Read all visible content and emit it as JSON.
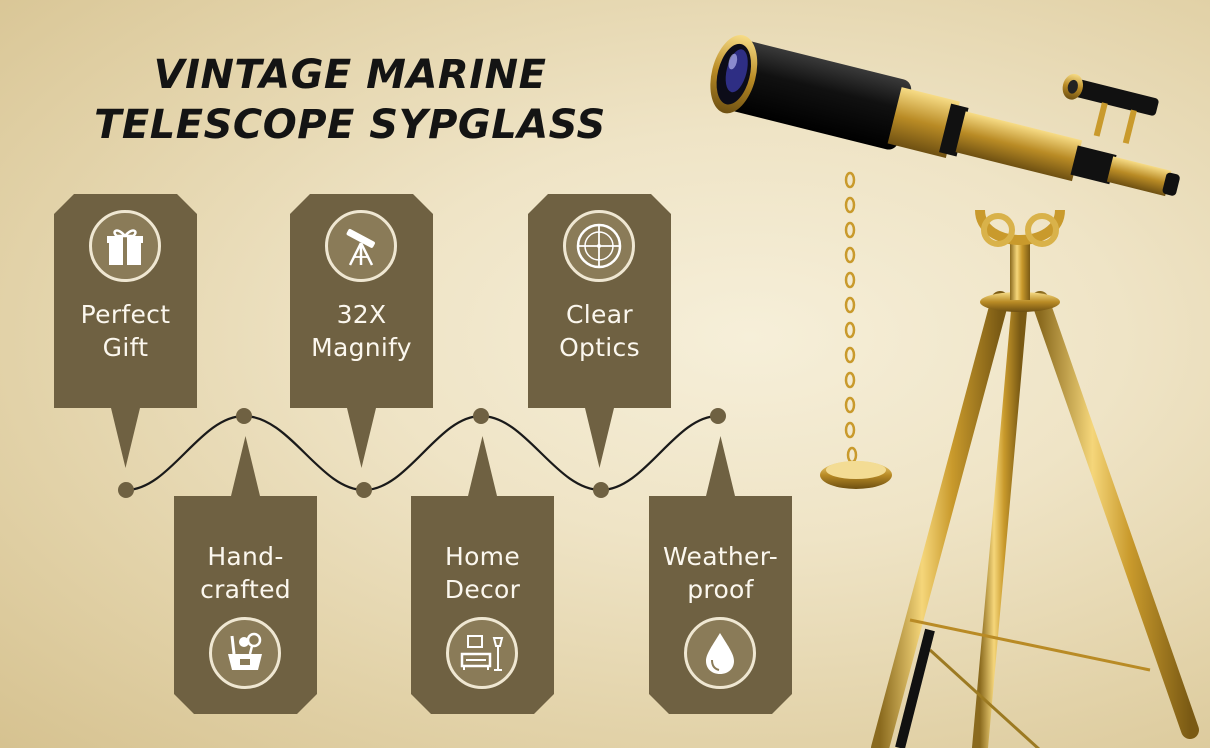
{
  "title": {
    "line1": "VINTAGE MARINE",
    "line2": "TELESCOPE SYPGLASS"
  },
  "features_top": [
    {
      "line1": "Perfect",
      "line2": "Gift",
      "icon": "gift-icon"
    },
    {
      "line1": "32X",
      "line2": "Magnify",
      "icon": "telescope-icon"
    },
    {
      "line1": "Clear",
      "line2": "Optics",
      "icon": "crosshair-icon"
    }
  ],
  "features_bottom": [
    {
      "line1": "Hand-",
      "line2": "crafted",
      "icon": "craft-tools-icon"
    },
    {
      "line1": "Home",
      "line2": "Decor",
      "icon": "sofa-lamp-icon"
    },
    {
      "line1": "Weather-",
      "line2": "proof",
      "icon": "water-drop-icon"
    }
  ],
  "colors": {
    "tag": "#6f6142",
    "icon_bg": "#8a7b58",
    "text": "#141414",
    "brass": "#d4a93a",
    "background": "#efe4c6"
  }
}
